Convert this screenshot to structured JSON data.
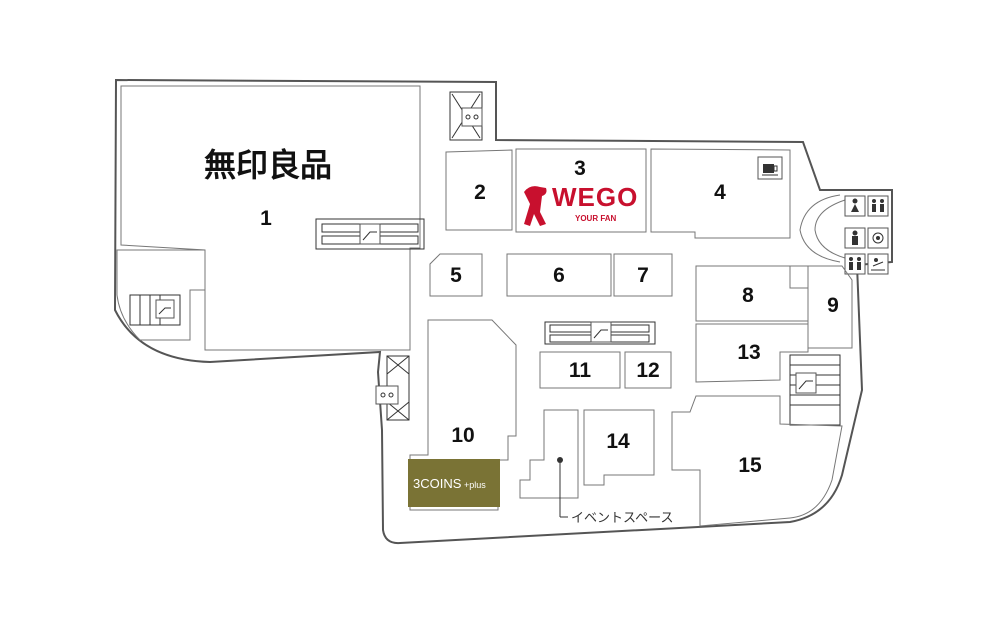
{
  "map": {
    "anchor_brand": "無印良品",
    "shops": [
      {
        "id": "1",
        "label": "1"
      },
      {
        "id": "2",
        "label": "2"
      },
      {
        "id": "3",
        "label": "3"
      },
      {
        "id": "4",
        "label": "4"
      },
      {
        "id": "5",
        "label": "5"
      },
      {
        "id": "6",
        "label": "6"
      },
      {
        "id": "7",
        "label": "7"
      },
      {
        "id": "8",
        "label": "8"
      },
      {
        "id": "9",
        "label": "9"
      },
      {
        "id": "10",
        "label": "10"
      },
      {
        "id": "11",
        "label": "11"
      },
      {
        "id": "12",
        "label": "12"
      },
      {
        "id": "13",
        "label": "13"
      },
      {
        "id": "14",
        "label": "14"
      },
      {
        "id": "15",
        "label": "15"
      }
    ],
    "wego": {
      "name": "WEGO",
      "tagline": "YOUR FAN",
      "color": "#c8102e"
    },
    "threecoins": {
      "name": "3COINS",
      "suffix": "+plus",
      "color": "#7a7335"
    },
    "event_space": "イベントスペース",
    "icons": [
      "escalator-icon",
      "elevator-icon",
      "stairs-icon",
      "restroom-female-icon",
      "restroom-multipurpose-icon",
      "cafe-icon",
      "restroom-male-icon",
      "nursing-room-icon",
      "baby-changing-icon"
    ]
  }
}
